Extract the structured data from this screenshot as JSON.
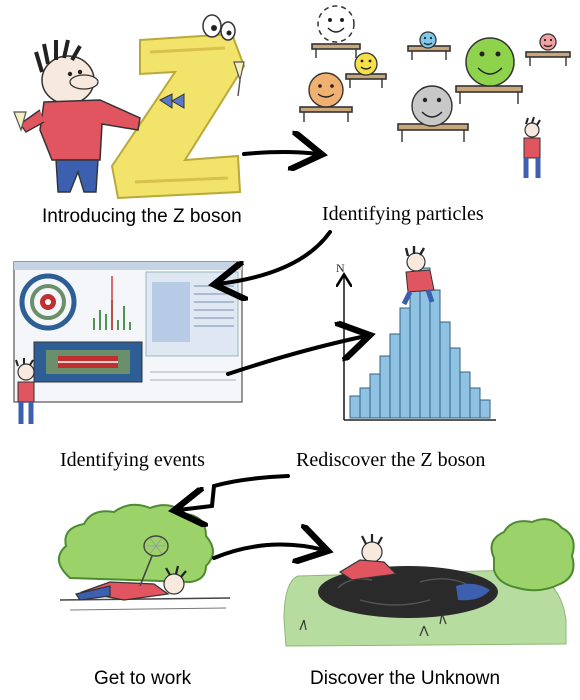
{
  "steps": [
    {
      "id": "introducing",
      "label": "Introducing the Z boson",
      "letter": "Z"
    },
    {
      "id": "particles",
      "label": "Identifying particles"
    },
    {
      "id": "events",
      "label": "Identifying events"
    },
    {
      "id": "rediscover",
      "label": "Rediscover the Z boson",
      "axis_label": "N"
    },
    {
      "id": "work",
      "label": "Get to work"
    },
    {
      "id": "unknown",
      "label": "Discover the Unknown"
    }
  ],
  "flow": [
    {
      "from": "introducing",
      "to": "particles"
    },
    {
      "from": "particles",
      "to": "events"
    },
    {
      "from": "events",
      "to": "rediscover"
    },
    {
      "from": "rediscover",
      "to": "work"
    },
    {
      "from": "work",
      "to": "unknown"
    }
  ],
  "colors": {
    "z_letter": "#f2e36a",
    "shirt": "#e05560",
    "pants": "#3d5fb0",
    "hair": "#222222",
    "histogram": "#8fc3e3",
    "bush": "#9bd36a",
    "grass": "#b7dca0",
    "particle_green": "#8fd24c",
    "particle_orange": "#f0b070",
    "particle_yellow": "#f5e04a",
    "particle_blue": "#7fc8ee",
    "particle_gray": "#c8c8c8",
    "particle_pink": "#f0a0a0",
    "arrow": "#000000"
  }
}
